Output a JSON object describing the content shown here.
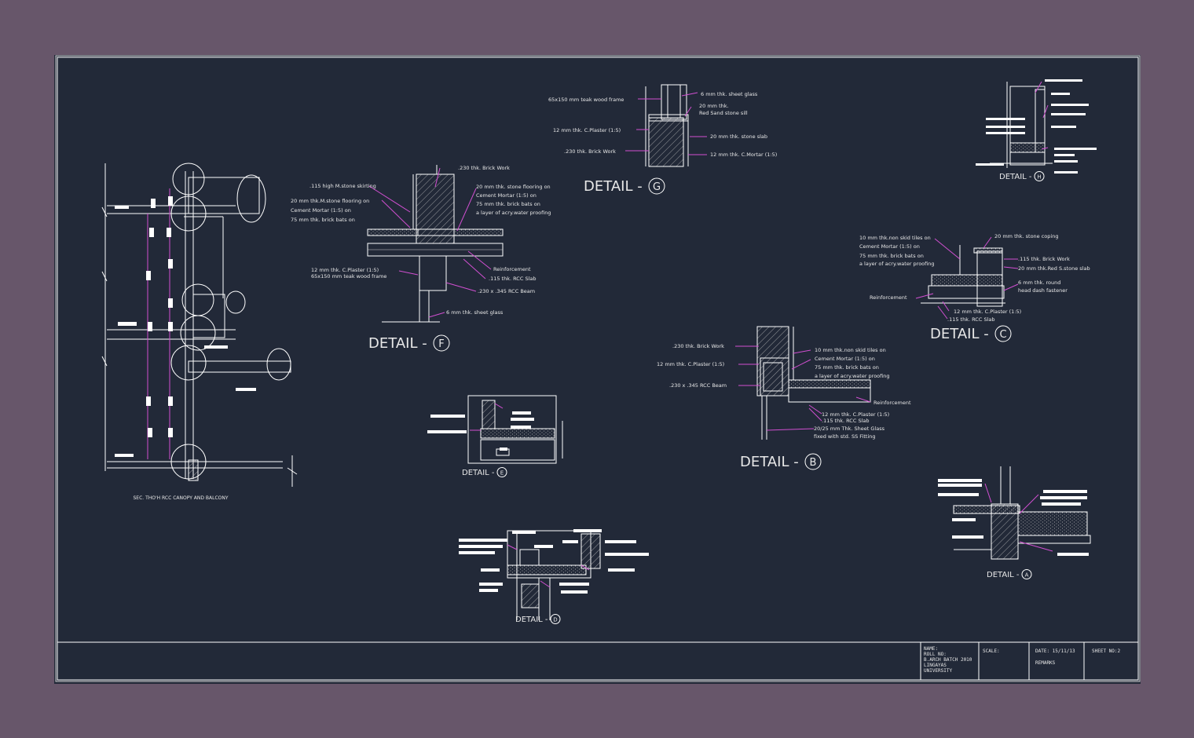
{
  "colors": {
    "background": "#67566a",
    "sheet": "#222938",
    "linework": "#ffffff",
    "leaders": "#d14fd1",
    "hatch": "#c8c8c8"
  },
  "main_section": {
    "caption": "SEC. THO'H RCC CANOPY AND BALCONY"
  },
  "detail_f": {
    "title": "DETAIL -",
    "tag": "F",
    "labels": [
      ".230 thk. Brick Work",
      ".115 high M.stone skirting",
      "20 mm thk. stone flooring on",
      "Cement Mortar (1:5) on",
      "75 mm thk. brick bats on",
      "a layer of acry.water proofing",
      "20 mm thk.M.stone flooring on",
      "Cement Mortar (1:5) on",
      "75 mm thk. brick bats on",
      "12 mm thk. C.Plaster (1:5)",
      "65x150 mm teak wood frame",
      "Reinforcement",
      ".115 thk. RCC Slab",
      ".230 x .345 RCC Beam",
      "6 mm thk. sheet glass"
    ]
  },
  "detail_g": {
    "title": "DETAIL -",
    "tag": "G",
    "labels": [
      "6 mm thk. sheet glass",
      "65x150 mm teak wood frame",
      "20 mm thk.",
      "Red Sand stone sill",
      "12 mm thk. C.Plaster (1:5)",
      "20 mm thk. stone slab",
      ".230 thk. Brick Work",
      "12 mm thk. C.Mortar (1:5)"
    ]
  },
  "detail_h": {
    "title": "DETAIL -",
    "tag": "H"
  },
  "detail_c": {
    "title": "DETAIL -",
    "tag": "C",
    "labels": [
      "10 mm thk.non skid tiles on",
      "Cement Mortar (1:5) on",
      "75 mm thk. brick bats on",
      "a layer of acry.water proofing",
      "20 mm thk. stone coping",
      ".115 thk. Brick Work",
      "20 mm thk.Red S.stone slab",
      "6 mm thk. round",
      "head dash fastener",
      "Reinforcement",
      "12 mm thk. C.Plaster (1:5)",
      ".115 thk. RCC Slab"
    ]
  },
  "detail_b": {
    "title": "DETAIL -",
    "tag": "B",
    "labels": [
      ".230 thk. Brick Work",
      "12 mm thk. C.Plaster (1:5)",
      ".230 x .345 RCC Beam",
      "10 mm thk.non skid tiles on",
      "Cement Mortar (1:5) on",
      "75 mm thk. brick bats on",
      "a layer of acry.water proofing",
      "Reinforcement",
      "12 mm thk. C.Plaster (1:5)",
      ".115 thk. RCC Slab",
      "20/25 mm Thk. Sheet Glass",
      "fixed with std. SS Fitting"
    ]
  },
  "detail_e": {
    "title": "DETAIL -",
    "tag": "E"
  },
  "detail_d": {
    "title": "DETAIL -",
    "tag": "D"
  },
  "detail_a": {
    "title": "DETAIL -",
    "tag": "A"
  },
  "title_block": {
    "name_label": "NAME:",
    "roll_label": "ROLL NO:",
    "batch": "B.ARCH BATCH 2010",
    "university_1": "LINGAYAS",
    "university_2": "UNIVERSITY",
    "scale_label": "SCALE:",
    "date_label": "DATE: 15/11/13",
    "remarks_label": "REMARKS",
    "sheet_label": "SHEET NO:2"
  }
}
